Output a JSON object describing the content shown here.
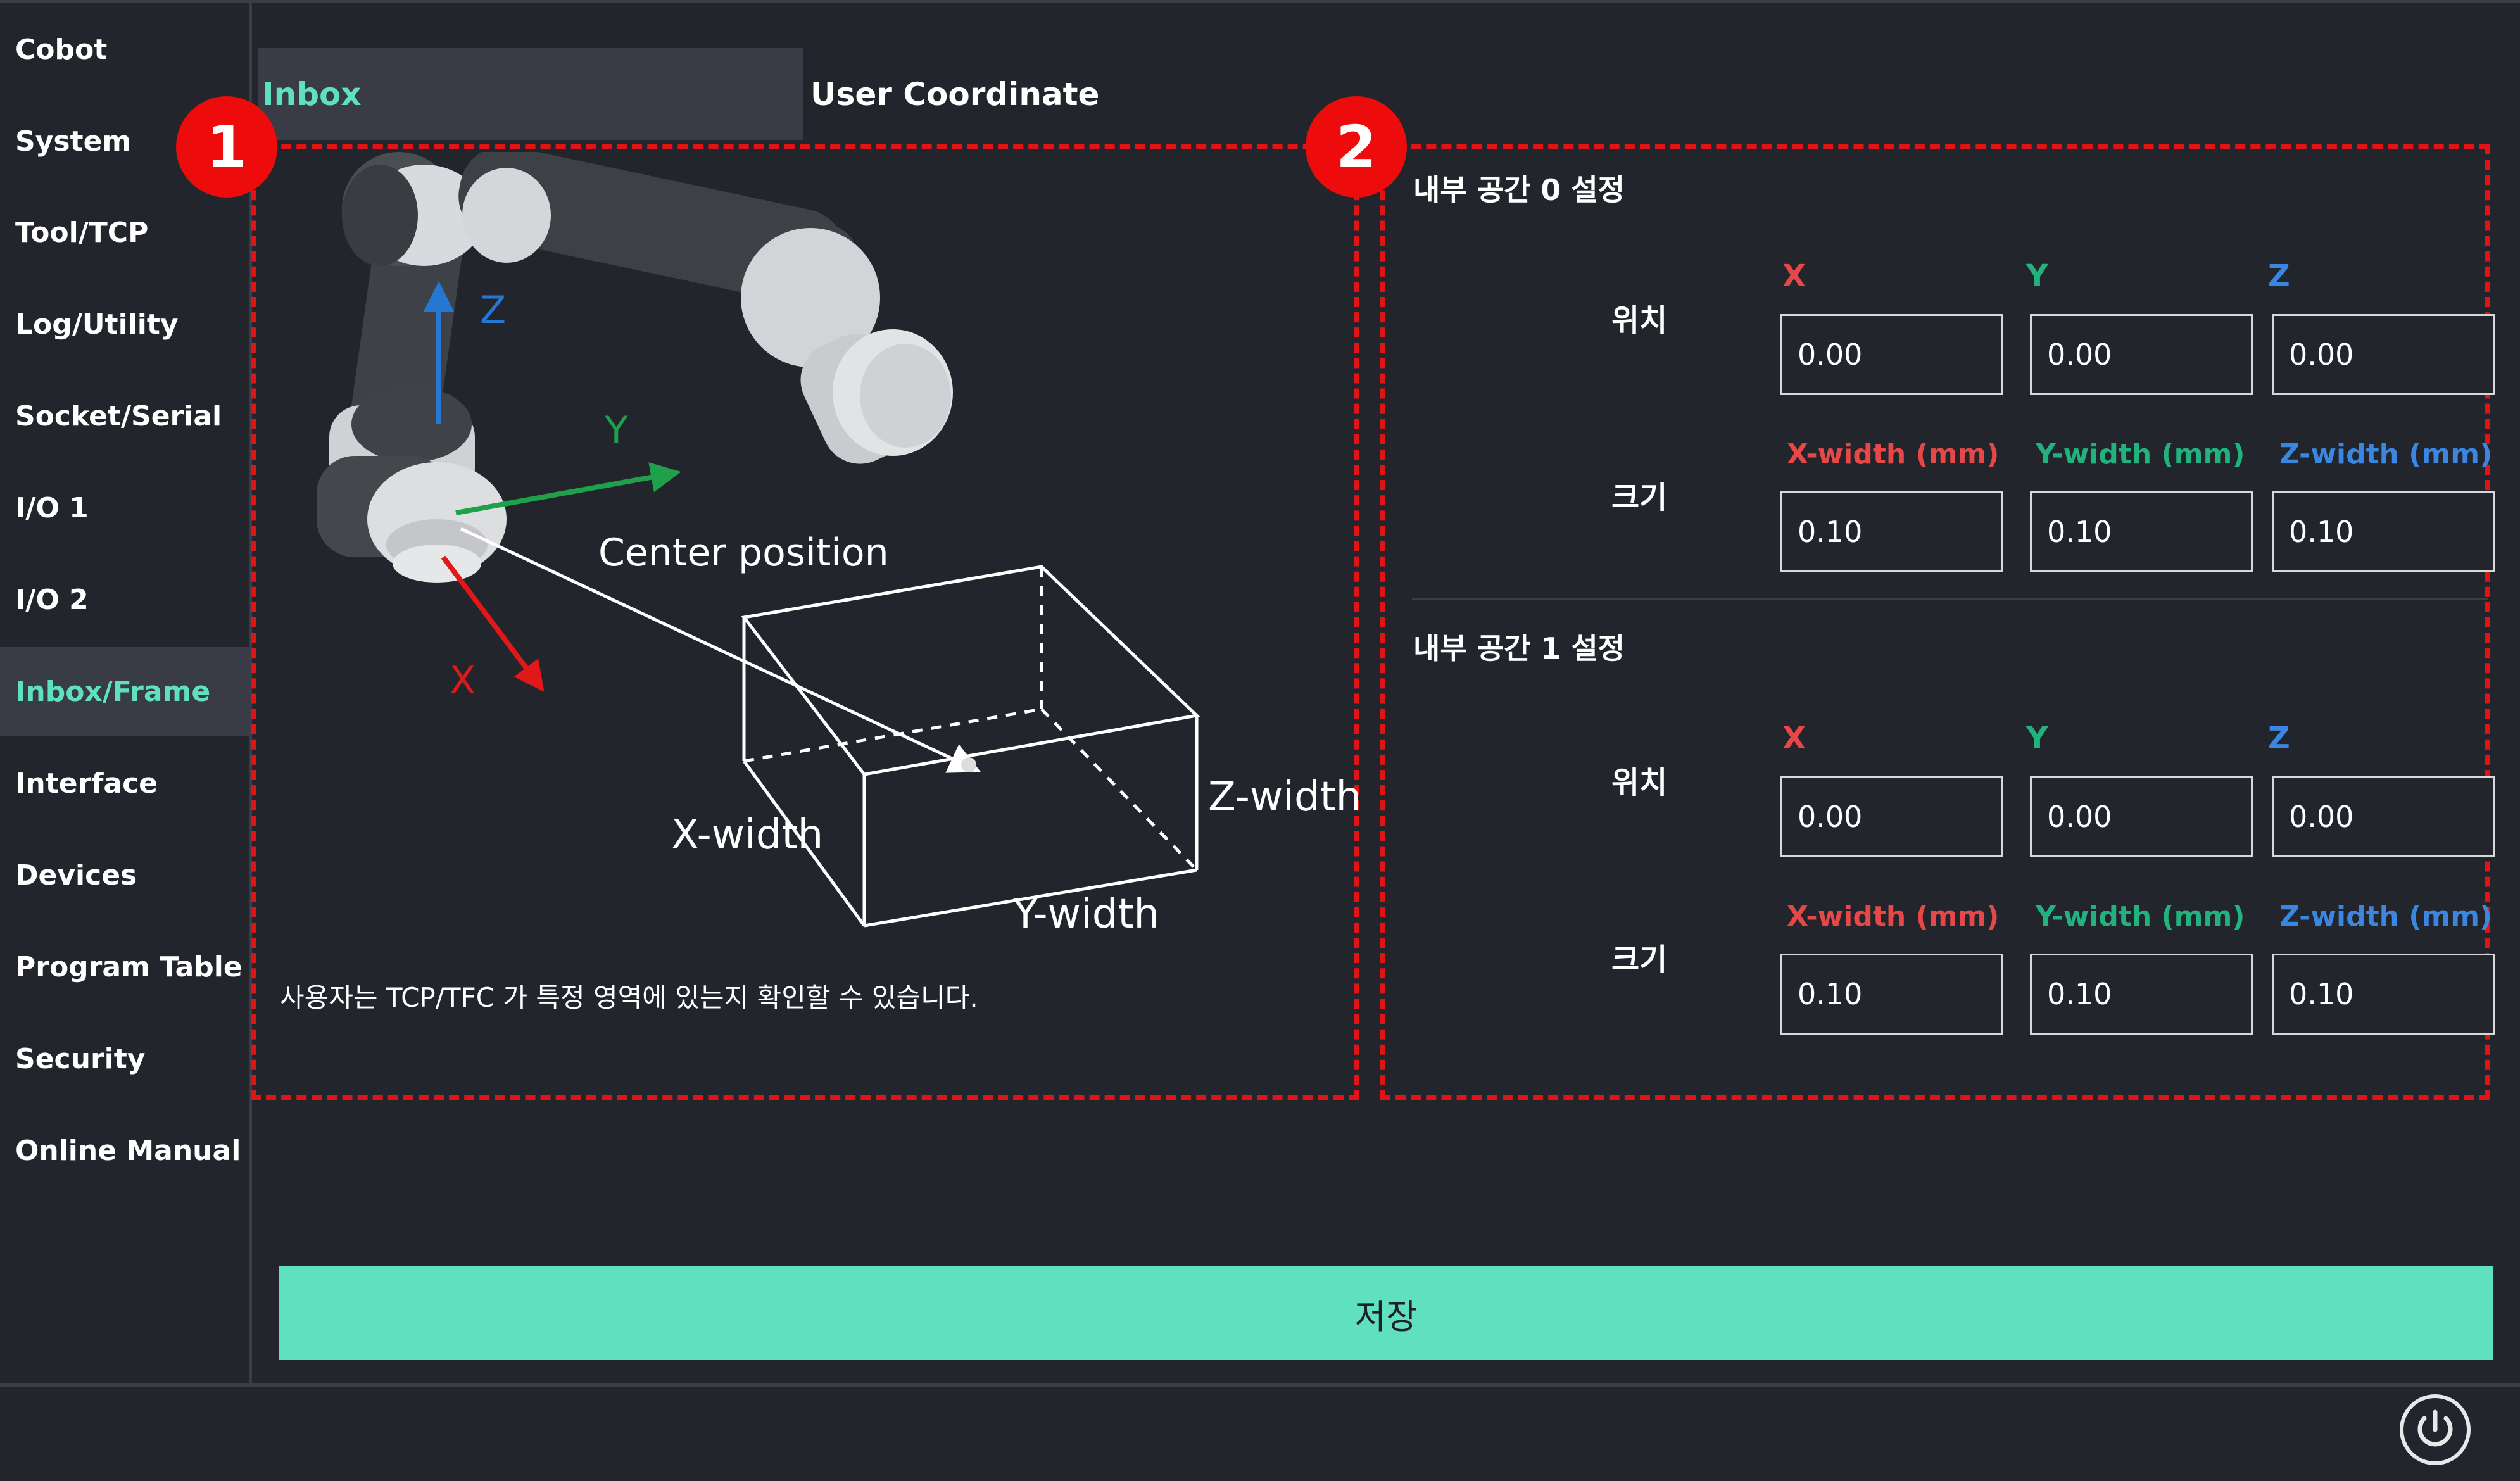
{
  "sidebar": {
    "items": [
      {
        "label": "Cobot"
      },
      {
        "label": "System"
      },
      {
        "label": "Tool/TCP"
      },
      {
        "label": "Log/Utility"
      },
      {
        "label": "Socket/Serial"
      },
      {
        "label": "I/O 1"
      },
      {
        "label": "I/O 2"
      },
      {
        "label": "Inbox/Frame",
        "active": true
      },
      {
        "label": "Interface"
      },
      {
        "label": "Devices"
      },
      {
        "label": "Program Table"
      },
      {
        "label": "Security"
      },
      {
        "label": "Online Manual"
      }
    ]
  },
  "tabs": {
    "inbox": "Inbox",
    "user_coordinate": "User Coordinate"
  },
  "badges": {
    "one": "1",
    "two": "2"
  },
  "diagram": {
    "x": "X",
    "y": "Y",
    "z": "Z",
    "center_position": "Center position",
    "x_width": "X-width",
    "y_width": "Y-width",
    "z_width": "Z-width"
  },
  "description": "사용자는 TCP/TFC 가 특정 영역에 있는지 확인할 수 있습니다.",
  "spaces": [
    {
      "title": "내부 공간 0 설정",
      "position_label": "위치",
      "size_label": "크기",
      "axis_x": "X",
      "axis_y": "Y",
      "axis_z": "Z",
      "width_x": "X-width (mm)",
      "width_y": "Y-width (mm)",
      "width_z": "Z-width (mm)",
      "pos_x": "0.00",
      "pos_y": "0.00",
      "pos_z": "0.00",
      "size_x": "0.10",
      "size_y": "0.10",
      "size_z": "0.10"
    },
    {
      "title": "내부 공간 1 설정",
      "position_label": "위치",
      "size_label": "크기",
      "axis_x": "X",
      "axis_y": "Y",
      "axis_z": "Z",
      "width_x": "X-width (mm)",
      "width_y": "Y-width (mm)",
      "width_z": "Z-width (mm)",
      "pos_x": "0.00",
      "pos_y": "0.00",
      "pos_z": "0.00",
      "size_x": "0.10",
      "size_y": "0.10",
      "size_z": "0.10"
    }
  ],
  "save_label": "저장",
  "colors": {
    "accent": "#5ee0c1",
    "highlight": "#e01414",
    "axis_x": "#e64848",
    "axis_y": "#21b27e",
    "axis_z": "#3a86e0"
  }
}
